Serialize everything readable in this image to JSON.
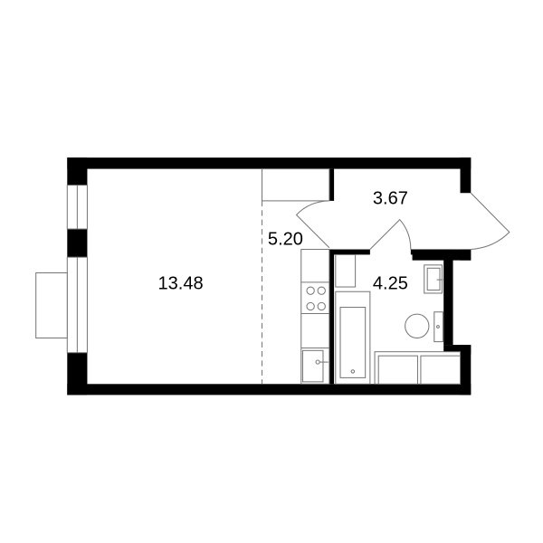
{
  "plan": {
    "rooms": [
      {
        "name": "living-room",
        "area": "13.48"
      },
      {
        "name": "kitchen",
        "area": "5.20"
      },
      {
        "name": "hallway",
        "area": "3.67"
      },
      {
        "name": "bathroom",
        "area": "4.25"
      }
    ],
    "colors": {
      "wall": "#000000",
      "background": "#ffffff",
      "fixture": "#777777"
    }
  }
}
